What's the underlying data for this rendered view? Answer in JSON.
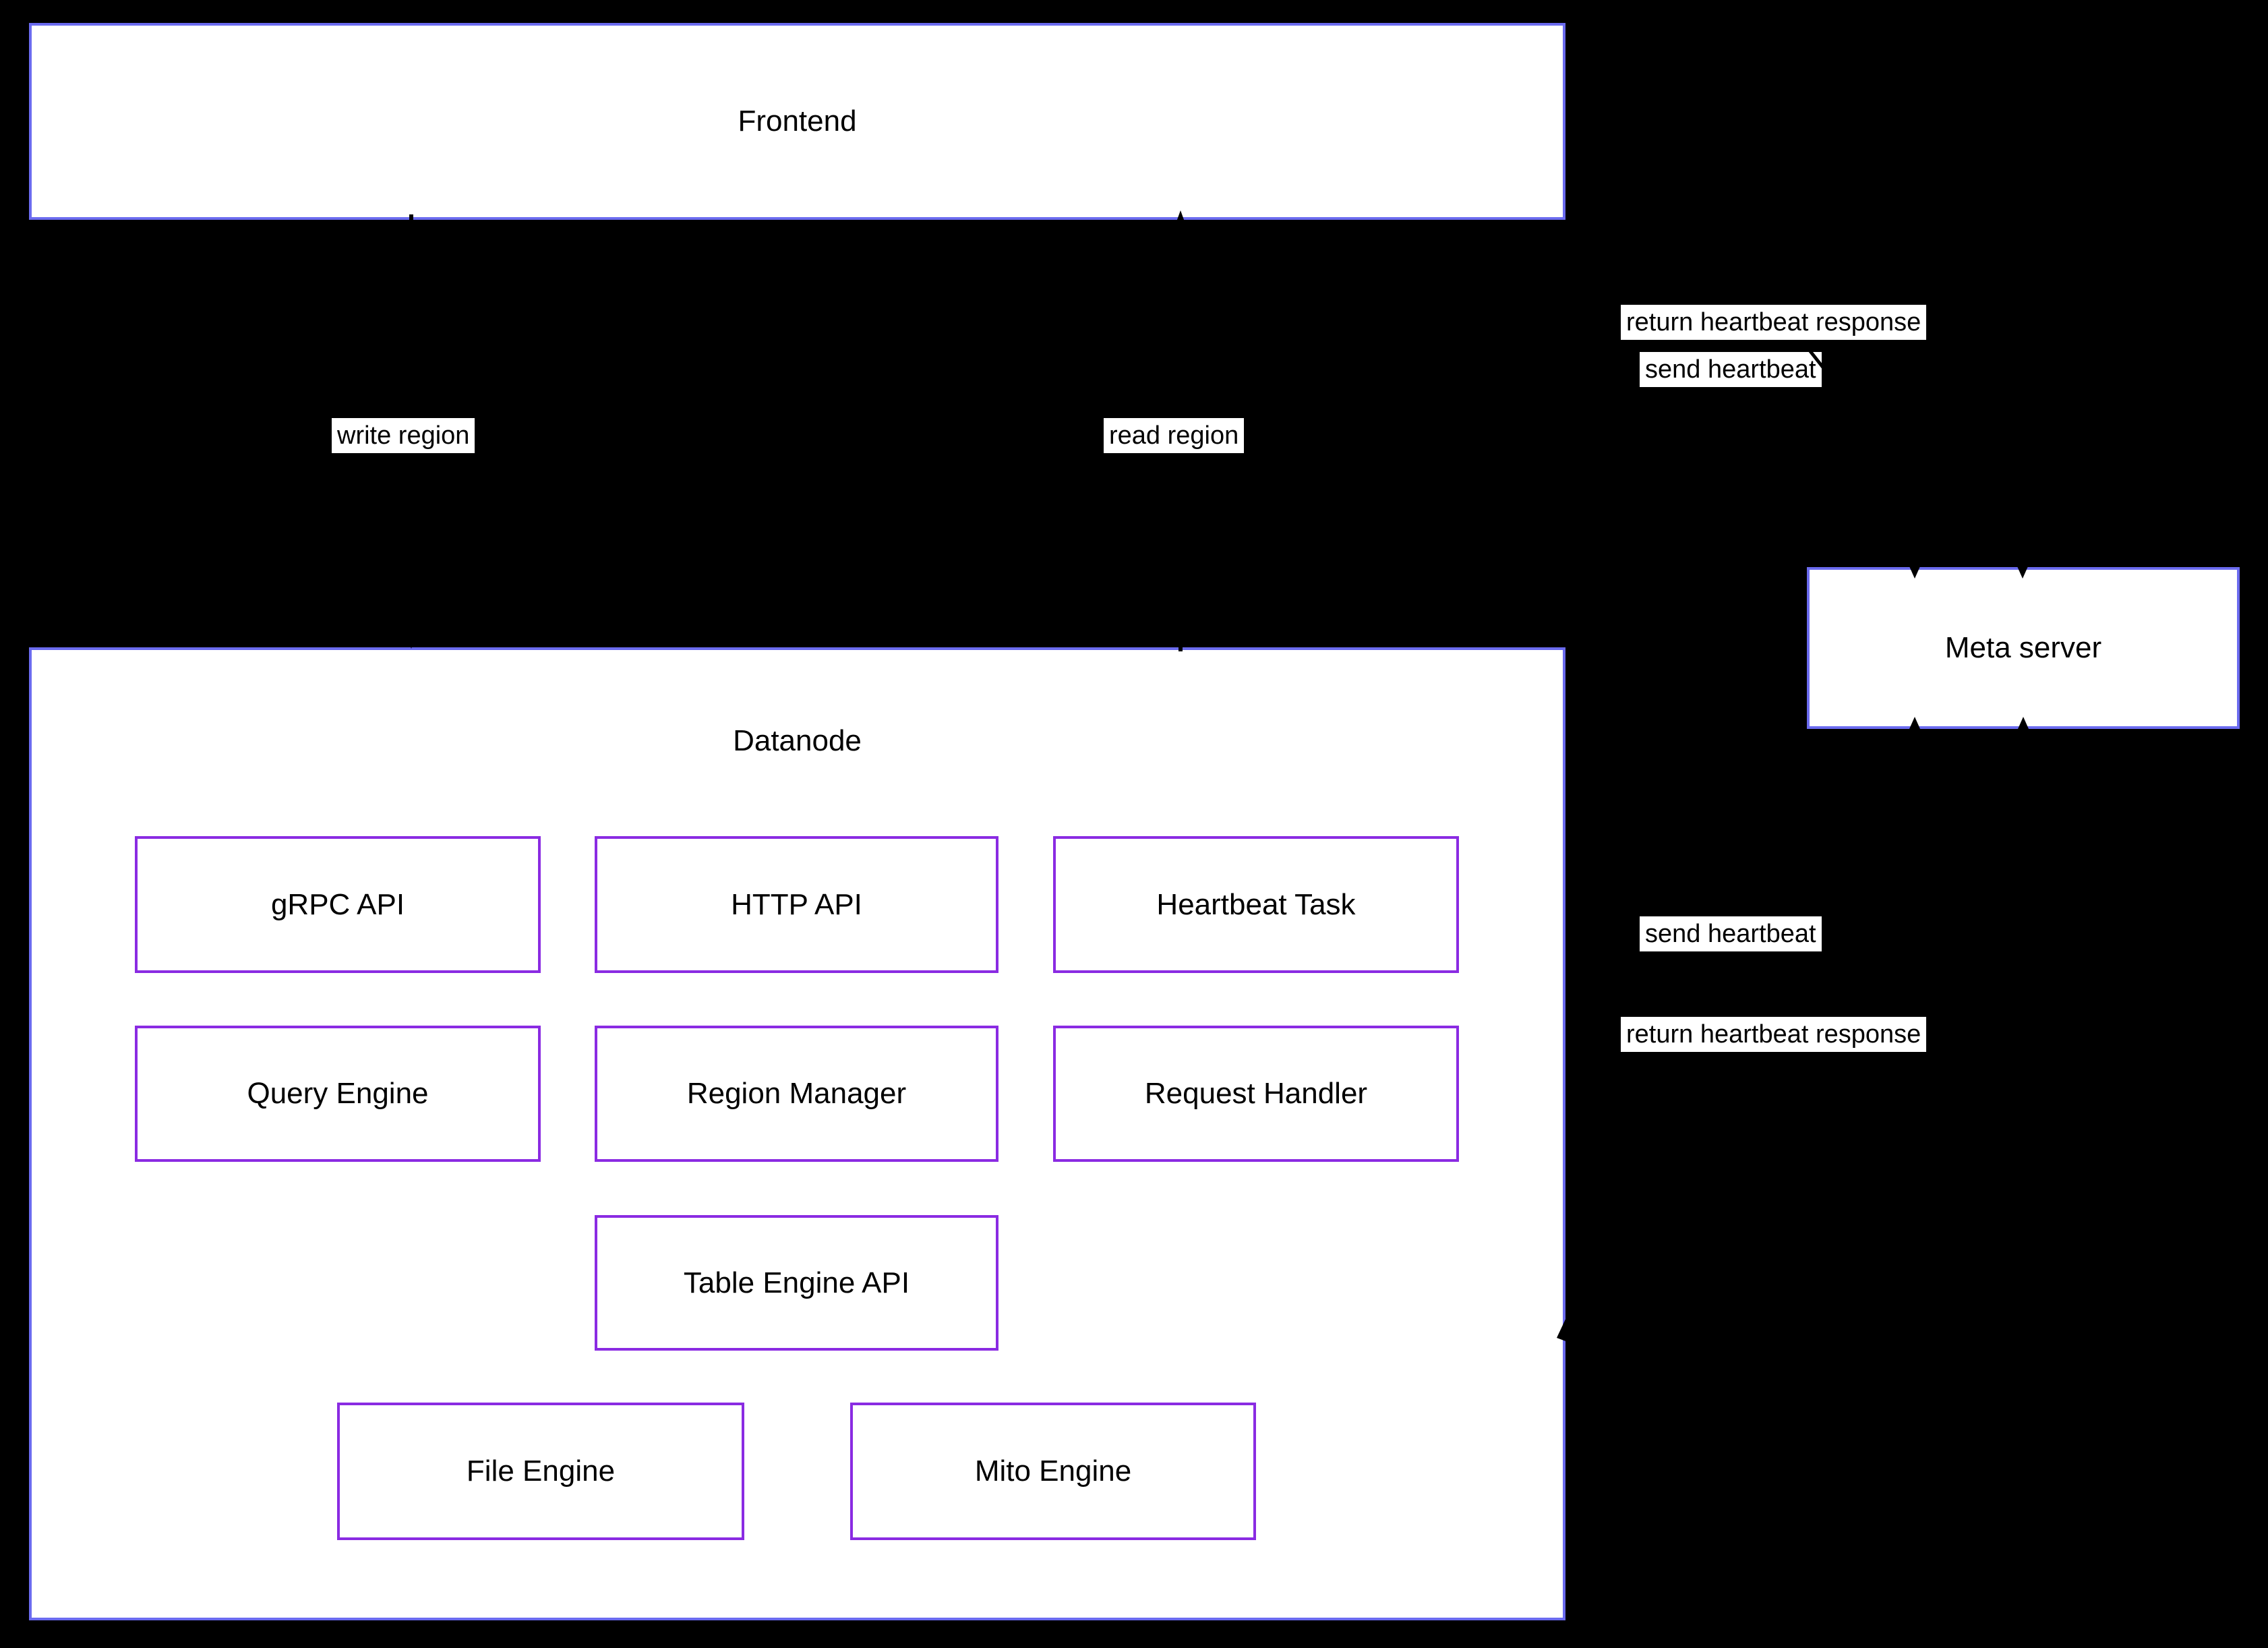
{
  "diagram": {
    "background": "#000000",
    "colors": {
      "outer_box_border": "#6b6bef",
      "inner_box_border": "#8a2be2",
      "box_fill": "#ffffff",
      "text": "#000000",
      "edge_label_bg": "#ffffff",
      "edge_line": "#000000"
    },
    "nodes": {
      "frontend": {
        "label": "Frontend"
      },
      "meta_server": {
        "label": "Meta server"
      },
      "datanode": {
        "label": "Datanode",
        "components": {
          "grpc_api": "gRPC API",
          "http_api": "HTTP API",
          "heartbeat_task": "Heartbeat Task",
          "query_engine": "Query Engine",
          "region_manager": "Region Manager",
          "request_handler": "Request Handler",
          "table_engine_api": "Table Engine API",
          "file_engine": "File Engine",
          "mito_engine": "Mito Engine"
        }
      }
    },
    "edge_labels": {
      "frontend_meta_return": "return heartbeat response",
      "frontend_meta_send": "send heartbeat",
      "write_region": "write region",
      "read_region": "read region",
      "datanode_meta_send": "send heartbeat",
      "datanode_meta_return": "return heartbeat response"
    }
  }
}
